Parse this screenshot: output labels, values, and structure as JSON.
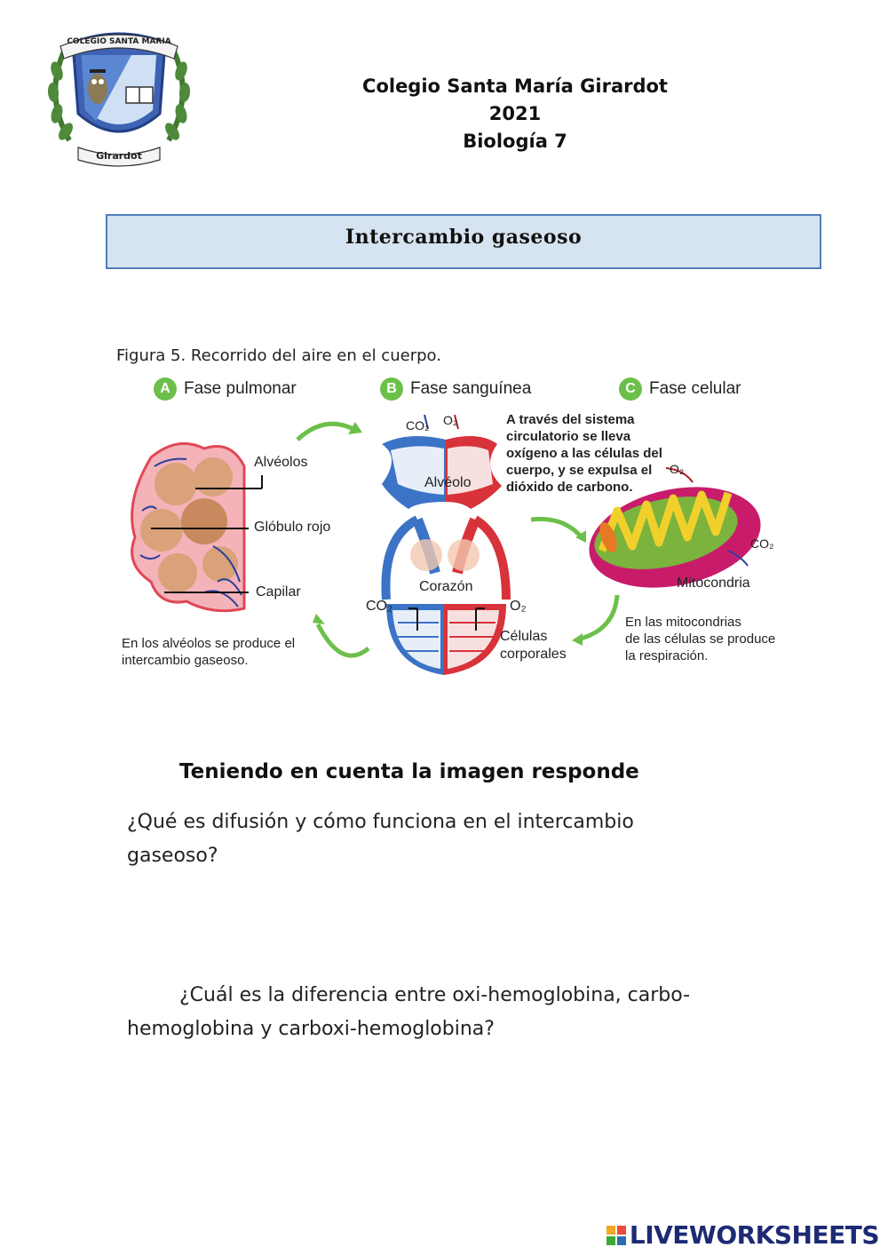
{
  "logo": {
    "top_text": "COLEGIO SANTA MARIA",
    "bottom_text": "Girardot"
  },
  "header": {
    "school": "Colegio Santa María Girardot",
    "year": "2021",
    "subject": "Biología 7"
  },
  "title": "Intercambio gaseoso",
  "figure": {
    "caption": "Figura 5. Recorrido del aire en el cuerpo.",
    "phases": [
      {
        "badge": "A",
        "label": "Fase pulmonar"
      },
      {
        "badge": "B",
        "label": "Fase sanguínea"
      },
      {
        "badge": "C",
        "label": "Fase celular"
      }
    ],
    "labels": {
      "alveolos": "Alvéolos",
      "globulo": "Glóbulo rojo",
      "capilar": "Capilar",
      "alveolo": "Alvéolo",
      "corazon": "Corazón",
      "co2_top": "CO₂",
      "o2_top": "O₂",
      "co2_bottom": "CO₂",
      "o2_bottom": "O₂",
      "celulas_line1": "Células",
      "celulas_line2": "corporales",
      "o2_mito": "O₂",
      "co2_mito": "CO₂",
      "mitocondria": "Mitocondria"
    },
    "notes": {
      "pulmonar_1": "En los alvéolos se produce el",
      "pulmonar_2": "intercambio gaseoso.",
      "sanguinea_1": "A través del sistema",
      "sanguinea_2": "circulatorio se lleva",
      "sanguinea_3": "oxígeno a las células del",
      "sanguinea_4": "cuerpo, y se expulsa el",
      "sanguinea_5": "dióxido de carbono.",
      "celular_1": "En las mitocondrias",
      "celular_2": "de las células se produce",
      "celular_3": "la respiración."
    }
  },
  "questions": {
    "heading": "Teniendo en cuenta la imagen responde",
    "q1_line1": "¿Qué es difusión y cómo funciona en el intercambio",
    "q1_line2": "gaseoso?",
    "q2_line1": "¿Cuál es la diferencia entre oxi-hemoglobina, carbo-",
    "q2_line2": "hemoglobina y carboxi-hemoglobina?"
  },
  "branding": {
    "text": "LIVEWORKSHEETS",
    "colors": [
      "#f5a623",
      "#e94b3c",
      "#3aaa35",
      "#2b6cb0"
    ]
  }
}
